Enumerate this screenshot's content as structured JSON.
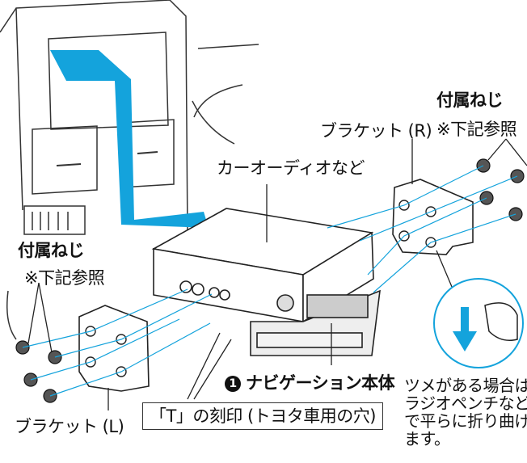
{
  "labels": {
    "navi_unit": "ナビゲーション本体",
    "navi_unit_number": "1",
    "car_audio": "カーオーディオなど",
    "bracket_r": "ブラケット (R)",
    "bracket_l": "ブラケット (L)",
    "screws_right": "付属ねじ",
    "screws_right_note": "※下記参照",
    "screws_left": "付属ねじ",
    "screws_left_note": "※下記参照",
    "t_mark": "「T」の刻印 (トヨタ車用の穴)",
    "tab_note": "ツメがある場合は\nラジオペンチなど\nで平らに折り曲げ\nます。"
  },
  "colors": {
    "arrow": "#14a3dc",
    "line": "#222222",
    "fill": "#ffffff"
  }
}
